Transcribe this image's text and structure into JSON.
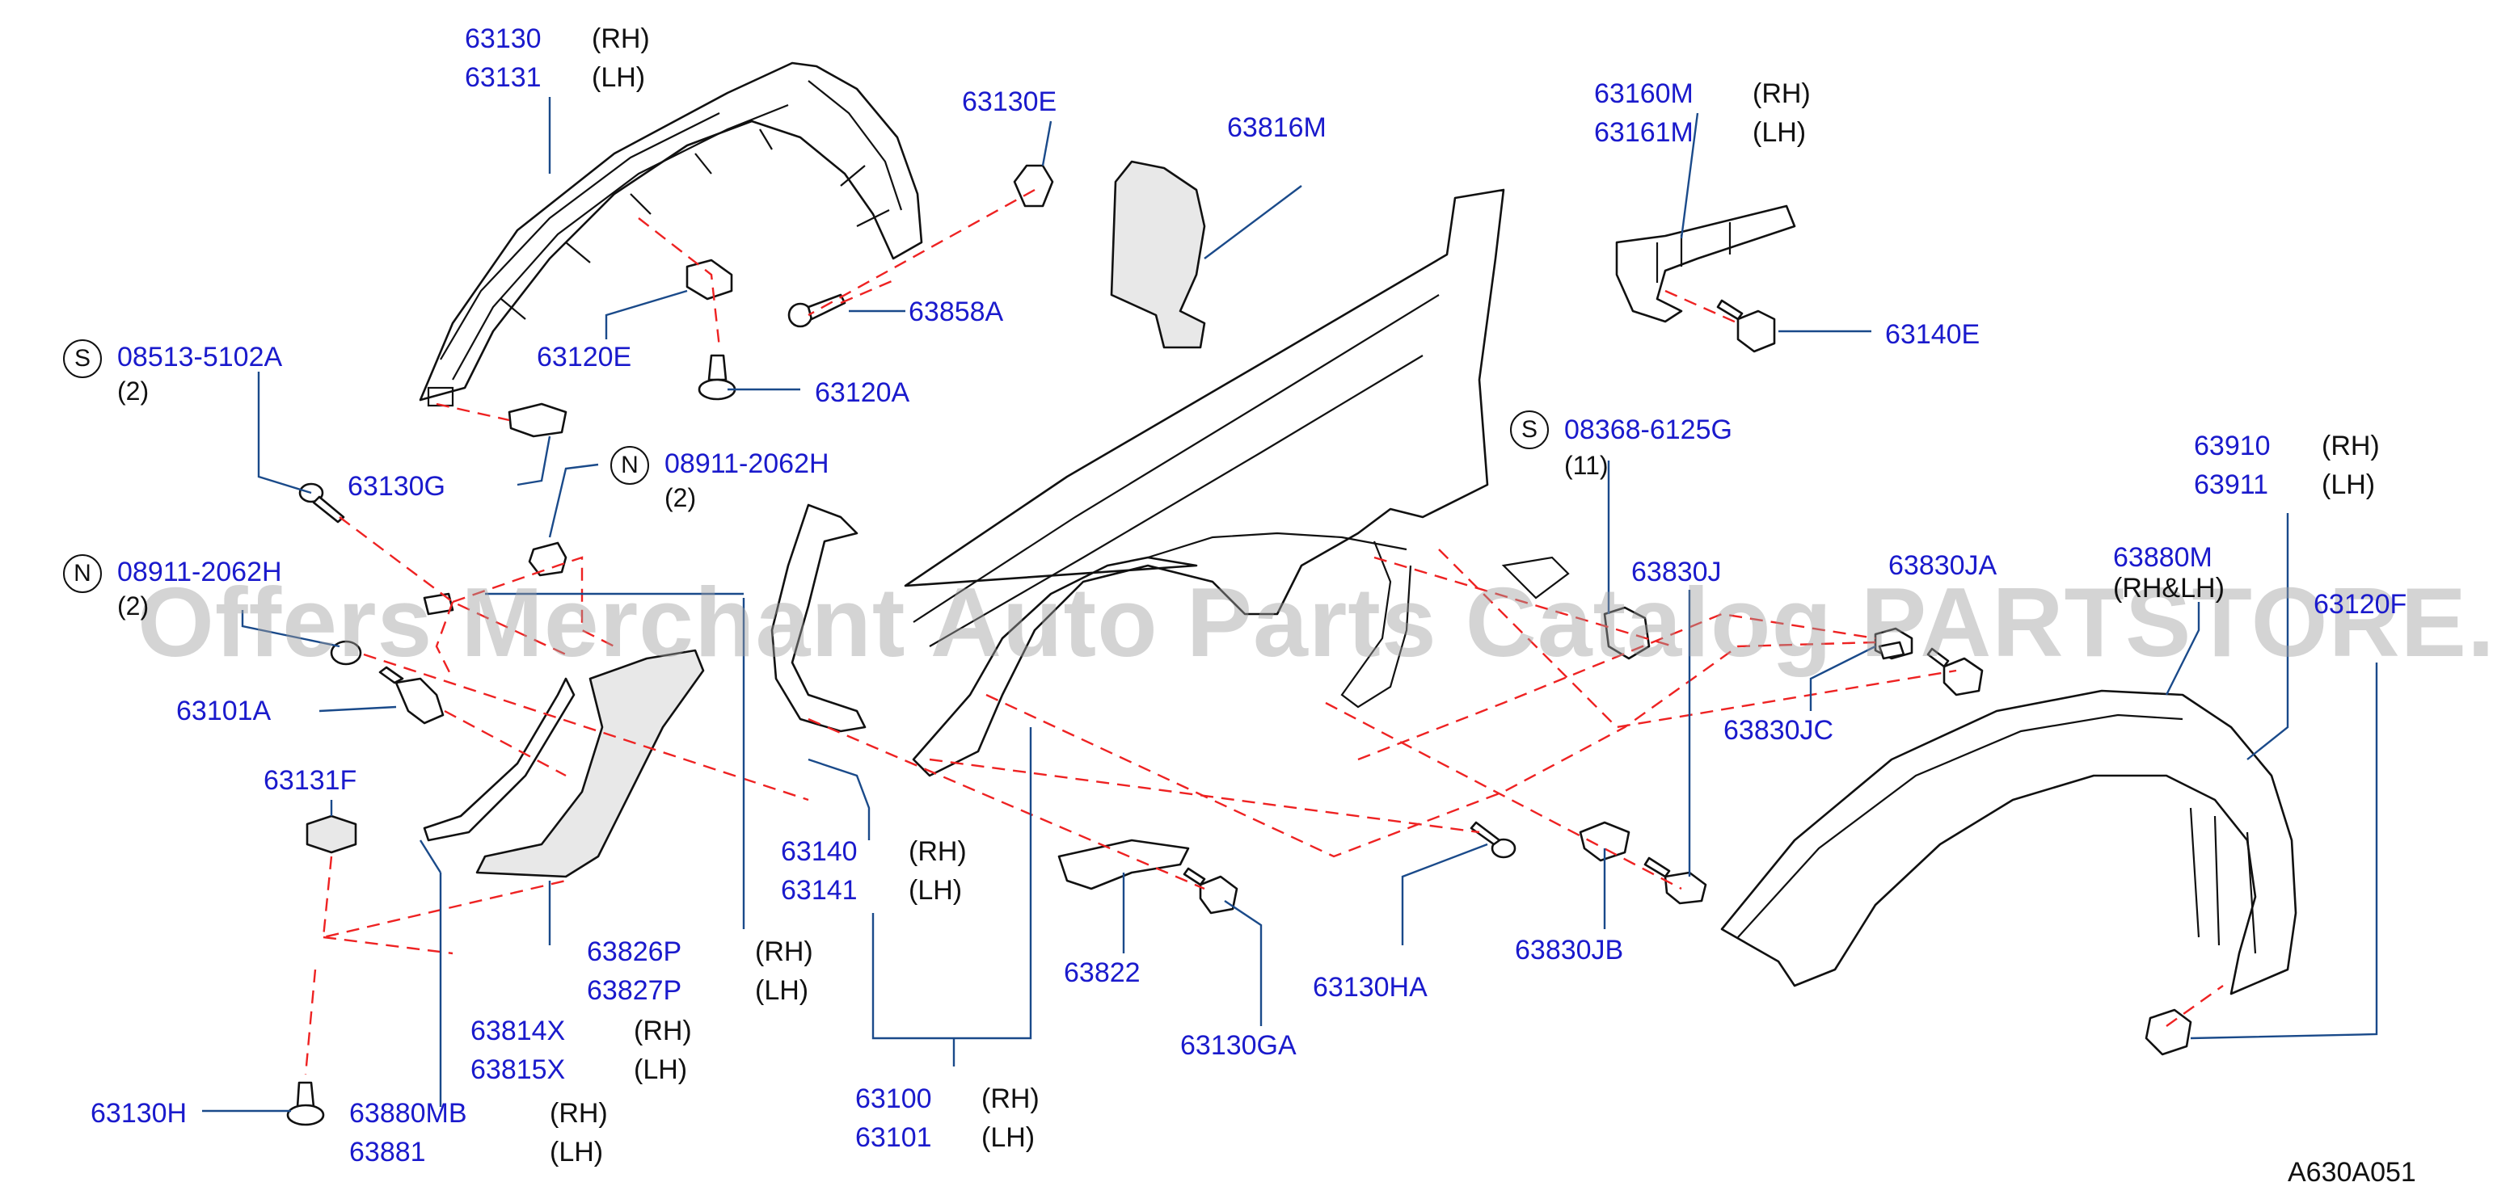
{
  "diagram_code": "A630A051",
  "watermark": "Offers Merchant Auto Parts Catalog PARTSTORE.SA",
  "callouts": {
    "c63130": {
      "num": "63130",
      "sfx": "(RH)"
    },
    "c63131": {
      "num": "63131",
      "sfx": "(LH)"
    },
    "c63130E": {
      "num": "63130E"
    },
    "c63858A": {
      "num": "63858A"
    },
    "c63120E": {
      "num": "63120E"
    },
    "c63120A": {
      "num": "63120A"
    },
    "c63130G": {
      "num": "63130G"
    },
    "c08513": {
      "num": "08513-5102A",
      "badge": "S",
      "qty": "(2)"
    },
    "c08911a": {
      "num": "08911-2062H",
      "badge": "N",
      "qty": "(2)"
    },
    "c08911b": {
      "num": "08911-2062H",
      "badge": "N",
      "qty": "(2)"
    },
    "c63101A": {
      "num": "63101A"
    },
    "c63131F": {
      "num": "63131F"
    },
    "c63816M": {
      "num": "63816M"
    },
    "c63160M": {
      "num": "63160M",
      "sfx": "(RH)"
    },
    "c63161M": {
      "num": "63161M",
      "sfx": "(LH)"
    },
    "c63140E": {
      "num": "63140E"
    },
    "c08368": {
      "num": "08368-6125G",
      "badge": "S",
      "qty": "(11)"
    },
    "c63910": {
      "num": "63910",
      "sfx": "(RH)"
    },
    "c63911": {
      "num": "63911",
      "sfx": "(LH)"
    },
    "c63830J": {
      "num": "63830J"
    },
    "c63830JA": {
      "num": "63830JA"
    },
    "c63880M": {
      "num": "63880M",
      "sfx": "(RH&LH)"
    },
    "c63120F": {
      "num": "63120F"
    },
    "c63830JC": {
      "num": "63830JC"
    },
    "c63140": {
      "num": "63140",
      "sfx": "(RH)"
    },
    "c63141": {
      "num": "63141",
      "sfx": "(LH)"
    },
    "c63826P": {
      "num": "63826P",
      "sfx": "(RH)"
    },
    "c63827P": {
      "num": "63827P",
      "sfx": "(LH)"
    },
    "c63814X": {
      "num": "63814X",
      "sfx": "(RH)"
    },
    "c63815X": {
      "num": "63815X",
      "sfx": "(LH)"
    },
    "c63822": {
      "num": "63822"
    },
    "c63130GA": {
      "num": "63130GA"
    },
    "c63130HA": {
      "num": "63130HA"
    },
    "c63830JB": {
      "num": "63830JB"
    },
    "c63130H": {
      "num": "63130H"
    },
    "c63880MB": {
      "num": "63880MB",
      "sfx": "(RH)"
    },
    "c63881": {
      "num": "63881",
      "sfx": "(LH)"
    },
    "c63100": {
      "num": "63100",
      "sfx": "(RH)"
    },
    "c63101": {
      "num": "63101",
      "sfx": "(LH)"
    }
  }
}
